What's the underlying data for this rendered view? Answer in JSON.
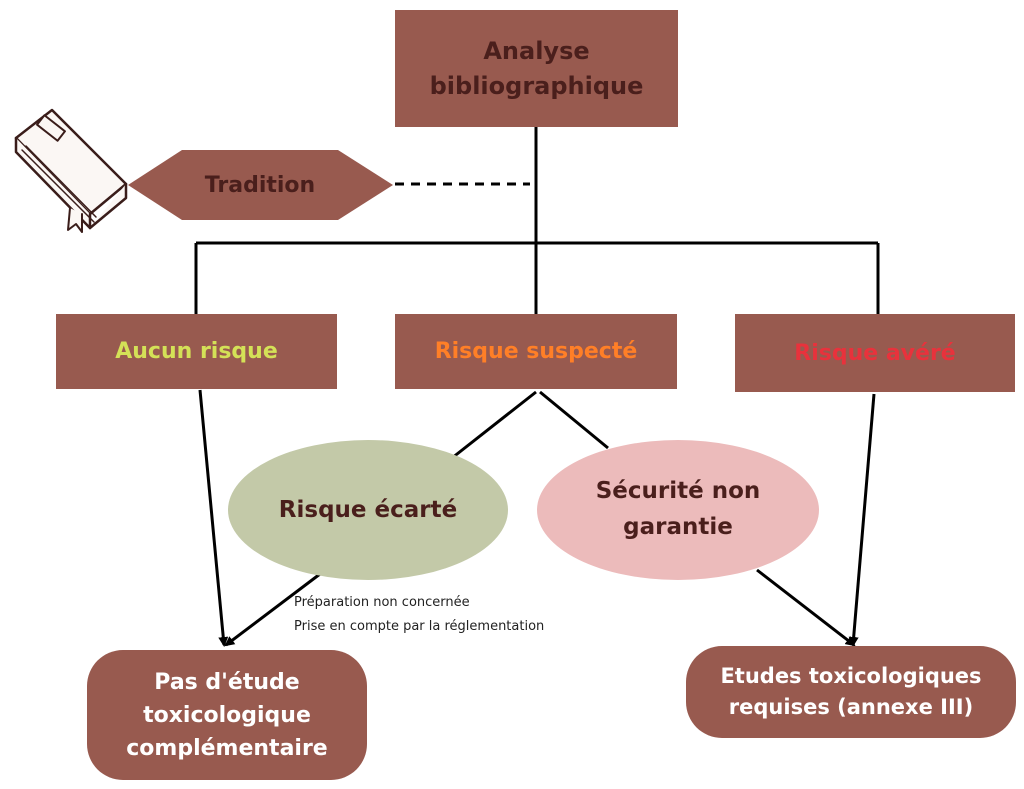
{
  "nodes": {
    "analysis": "Analyse bibliographique",
    "tradition": "Tradition",
    "no_risk": "Aucun risque",
    "suspected_risk": "Risque suspecté",
    "proven_risk": "Risque avéré",
    "risk_dismissed": "Risque écarté",
    "safety_not_guaranteed": "Sécurité non garantie",
    "no_study": "Pas d'étude toxicologique complémentaire",
    "studies_required": "Etudes toxicologiques requises (annexe III)"
  },
  "notes": {
    "line1": "Préparation non concernée",
    "line2": "Prise en compte par la réglementation"
  },
  "colors": {
    "box_fill": "#985a4f",
    "dark_text": "#4a1f1c",
    "no_risk_text": "#d4e157",
    "suspected_text": "#ff7f27",
    "proven_text": "#e8323c",
    "dismissed_fill": "#c3c9a8",
    "not_guaranteed_fill": "#ecbbbb"
  },
  "icons": {
    "book": "book-icon"
  }
}
